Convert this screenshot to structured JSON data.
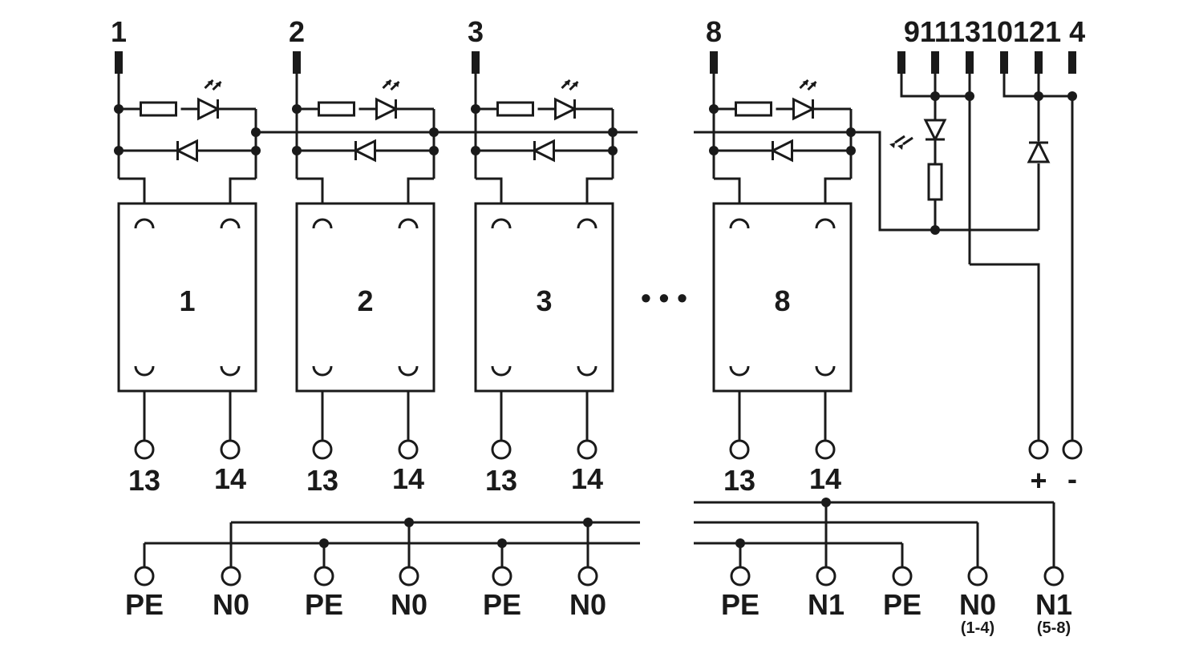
{
  "top_pins": [
    "1",
    "2",
    "3",
    "8"
  ],
  "top_right_pins": "9111310121 4",
  "relays": [
    "1",
    "2",
    "3",
    "8"
  ],
  "ellipsis": "• • •",
  "contact_labels": [
    [
      "13",
      "14"
    ],
    [
      "13",
      "14"
    ],
    [
      "13",
      "14"
    ],
    [
      "13",
      "14"
    ]
  ],
  "supply_labels": [
    "+",
    "-"
  ],
  "bottom_terminals": [
    {
      "label": "PE",
      "sub": ""
    },
    {
      "label": "N0",
      "sub": ""
    },
    {
      "label": "PE",
      "sub": ""
    },
    {
      "label": "N0",
      "sub": ""
    },
    {
      "label": "PE",
      "sub": ""
    },
    {
      "label": "N0",
      "sub": ""
    },
    {
      "label": "PE",
      "sub": ""
    },
    {
      "label": "N1",
      "sub": ""
    },
    {
      "label": "PE",
      "sub": ""
    },
    {
      "label": "N0",
      "sub": "(1-4)"
    },
    {
      "label": "N1",
      "sub": "(5-8)"
    }
  ]
}
